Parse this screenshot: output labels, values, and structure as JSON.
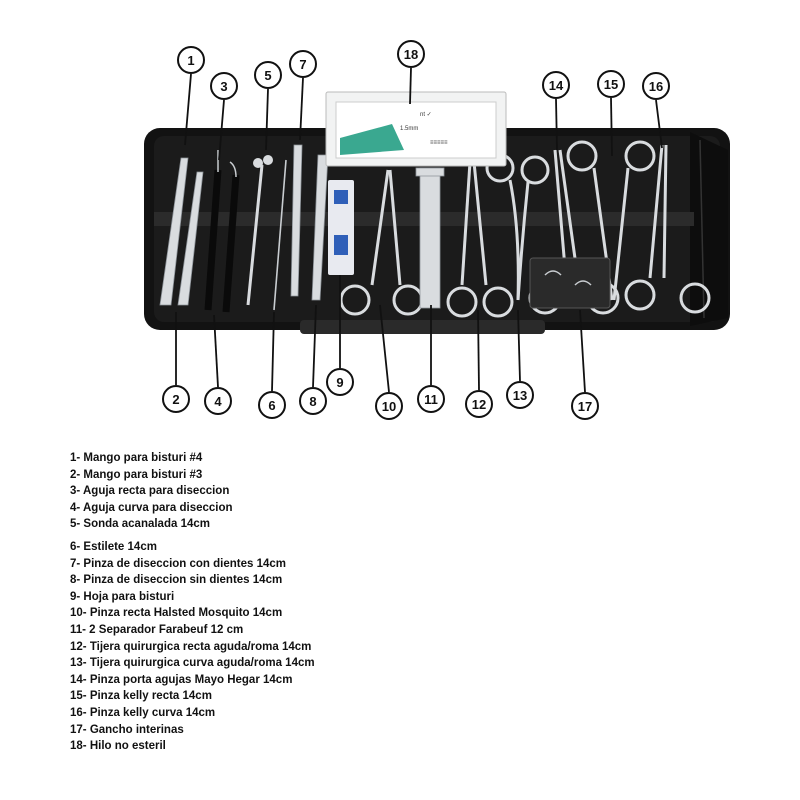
{
  "colors": {
    "case": "#121212",
    "case_inner": "#1b1b1b",
    "strap": "#2b2b2b",
    "steel": "#d9dcdf",
    "steel_dark": "#9aa0a6",
    "package_green": "#3aa890",
    "blade_blue": "#2f5fb8"
  },
  "suture_package": {
    "lines": [
      "nt ✓",
      "1.5mm",
      "≡≡≡≡≡"
    ]
  },
  "callouts": [
    "1",
    "2",
    "3",
    "4",
    "5",
    "6",
    "7",
    "8",
    "9",
    "10",
    "11",
    "12",
    "13",
    "14",
    "15",
    "16",
    "17",
    "18"
  ],
  "legend": [
    "1- Mango para bisturi #4",
    "2- Mango para bisturi #3",
    "3- Aguja recta para diseccion",
    "4- Aguja curva para diseccion",
    "5- Sonda acanalada 14cm",
    "6- Estilete 14cm",
    "7- Pinza de diseccion con dientes 14cm",
    "8- Pinza de diseccion sin dientes 14cm",
    "9- Hoja para bisturi",
    "10- Pinza recta Halsted Mosquito 14cm",
    "11- 2 Separador Farabeuf 12 cm",
    "12- Tijera quirurgica recta aguda/roma 14cm",
    "13- Tijera quirurgica curva aguda/roma 14cm",
    "14- Pinza porta agujas Mayo Hegar 14cm",
    "15- Pinza kelly recta 14cm",
    "16- Pinza kelly curva 14cm",
    "17- Gancho interinas",
    "18- Hilo no esteril"
  ]
}
